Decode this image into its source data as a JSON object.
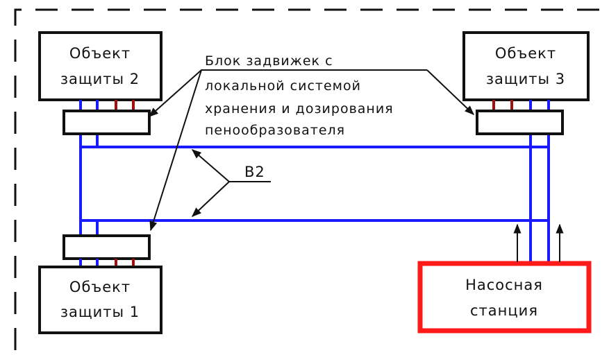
{
  "colors": {
    "pipe": "#1a1aff",
    "pipe_red": "#a01010",
    "pump_border": "#ff1a1a",
    "outline": "#111111",
    "boundary": "#111111"
  },
  "objects": {
    "obj1": {
      "line1": "Объект",
      "line2": "защиты 1"
    },
    "obj2": {
      "line1": "Объект",
      "line2": "защиты 2"
    },
    "obj3": {
      "line1": "Объект",
      "line2": "защиты 3"
    }
  },
  "pump": {
    "line1": "Насосная",
    "line2": "станция"
  },
  "valve_note": {
    "line1": "Блок задвижек с",
    "line2": "локальной системой",
    "line3": "хранения и дозирования",
    "line4": "пенообразователя"
  },
  "pipe_label": "В2"
}
